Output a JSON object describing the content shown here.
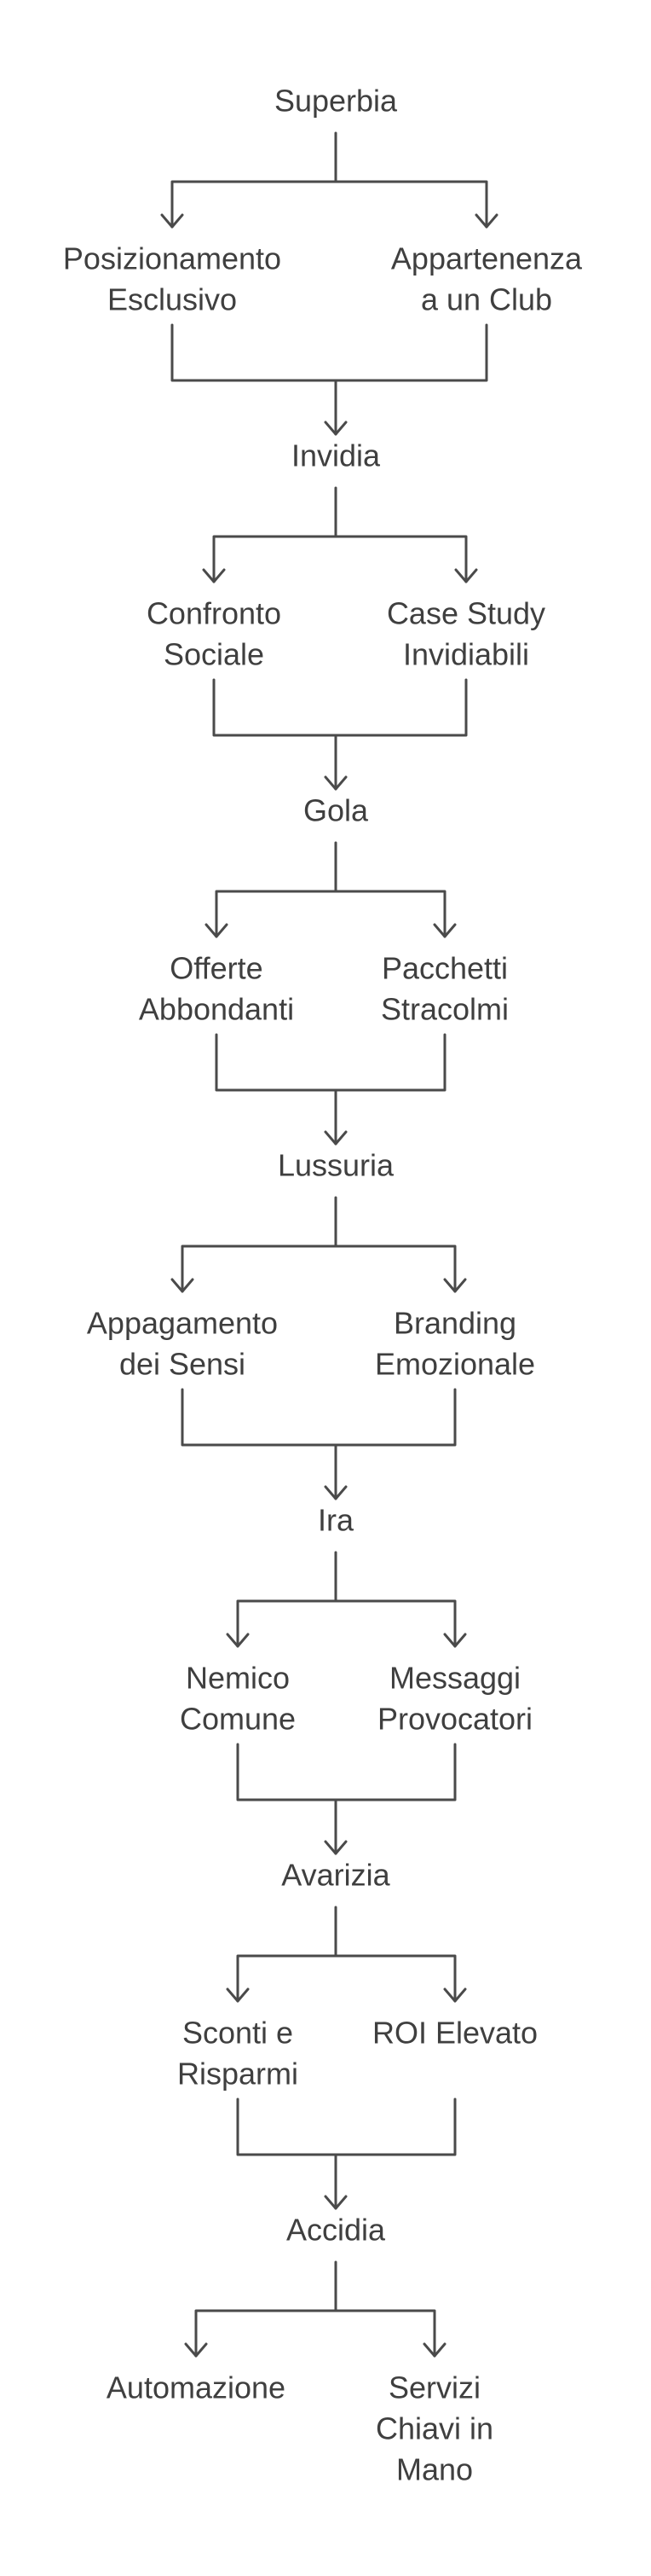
{
  "sins": [
    {
      "name": "Superbia",
      "children": [
        [
          "Posizionamento",
          "Esclusivo"
        ],
        [
          "Appartenenza",
          "a un Club"
        ]
      ]
    },
    {
      "name": "Invidia",
      "children": [
        [
          "Confronto",
          "Sociale"
        ],
        [
          "Case Study",
          "Invidiabili"
        ]
      ]
    },
    {
      "name": "Gola",
      "children": [
        [
          "Offerte",
          "Abbondanti"
        ],
        [
          "Pacchetti",
          "Stracolmi"
        ]
      ]
    },
    {
      "name": "Lussuria",
      "children": [
        [
          "Appagamento",
          "dei Sensi"
        ],
        [
          "Branding",
          "Emozionale"
        ]
      ]
    },
    {
      "name": "Ira",
      "children": [
        [
          "Nemico",
          "Comune"
        ],
        [
          "Messaggi",
          "Provocatori"
        ]
      ]
    },
    {
      "name": "Avarizia",
      "children": [
        [
          "Sconti e",
          "Risparmi"
        ],
        [
          "ROI Elevato"
        ]
      ]
    },
    {
      "name": "Accidia",
      "children": [
        [
          "Automazione"
        ],
        [
          "Servizi",
          "Chiavi in",
          "Mano"
        ]
      ]
    }
  ]
}
